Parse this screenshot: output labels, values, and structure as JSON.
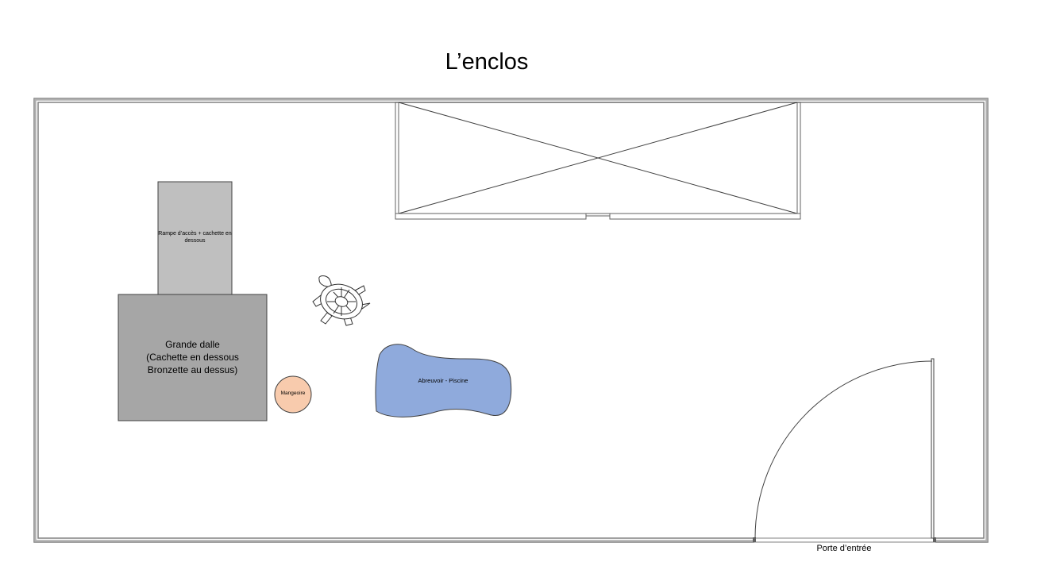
{
  "diagram": {
    "title": "L’enclos",
    "ramp_label": "Rampe d’accès + cachette en dessous",
    "slab_label_lines": [
      "Grande dalle",
      "(Cachette en dessous",
      "Bronzette au dessus)"
    ],
    "feeder_label": "Mangeoire",
    "pool_label": "Abreuvoir - Piscine",
    "door_label": "Porte d’entrée",
    "icons": {
      "tortoise": "tortoise-icon",
      "window": "crossed-window-icon",
      "door_swing": "door-swing-icon"
    },
    "colors": {
      "wall": "#808080",
      "ramp": "#bfbfbf",
      "slab": "#a6a6a6",
      "feeder": "#f8cbad",
      "pool": "#8faadc",
      "line": "#404040"
    }
  }
}
